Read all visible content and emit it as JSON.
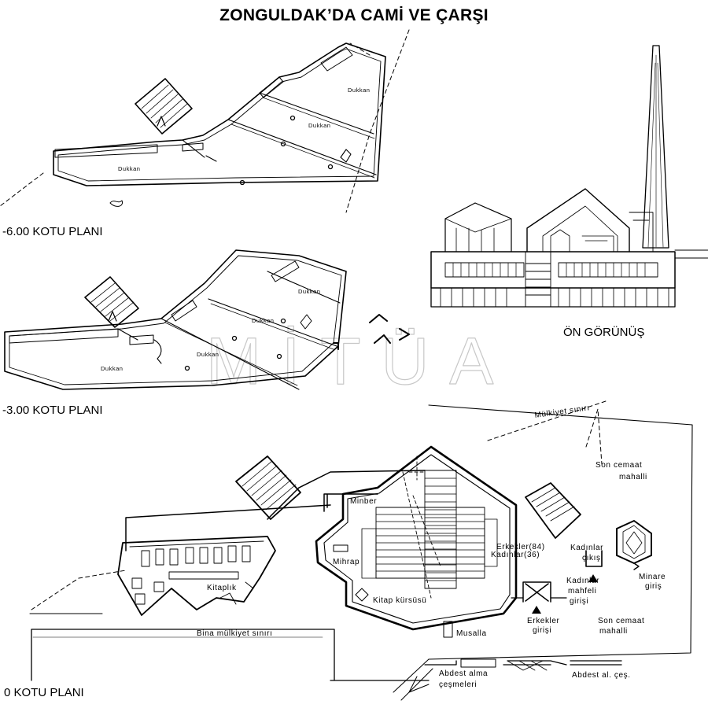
{
  "title": "ZONGULDAK’DA CAMİ VE ÇARŞI",
  "watermark": "MİTÜA",
  "colors": {
    "line": "#000000",
    "background": "#ffffff",
    "watermark": "#c8c8c8"
  },
  "plans": {
    "minus6": {
      "caption": "-6.00 KOTU PLANI",
      "rooms": [
        "Dukkan",
        "Dukkan",
        "Dukkan"
      ]
    },
    "minus3": {
      "caption": "-3.00 KOTU PLANI",
      "rooms": [
        "Dukkan",
        "Dukkan",
        "Dukkan",
        "Dukkan"
      ]
    },
    "ground": {
      "caption": "0 KOTU PLANI",
      "labels": {
        "mulkiyet": "Mülkiyet sınırı",
        "son_cemaat_top_1": "Son cemaat",
        "son_cemaat_top_2": "mahalli",
        "minber": "Minber",
        "mihrap": "Mihrap",
        "erkekler": "Erkekler(84)",
        "kadinlar": "Kadınlar(36)",
        "kadinlar_cikis_1": "Kadınlar",
        "kadinlar_cikis_2": "çıkışı",
        "kadinlar_mahfeli_1": "Kadınlar",
        "kadinlar_mahfeli_2": "mahfeli",
        "kadinlar_mahfeli_3": "girişi",
        "minare_1": "Minare",
        "minare_2": "giriş",
        "kitaplik": "Kitaplık",
        "kitap_kursusu": "Kitap kürsüsü",
        "erkekler_girisi_1": "Erkekler",
        "erkekler_girisi_2": "girişi",
        "son_cemaat_bottom_1": "Son cemaat",
        "son_cemaat_bottom_2": "mahalli",
        "bina_mulkiyet": "Bina mülkiyet sınırı",
        "musalla": "Musalla",
        "abdest_1": "Abdest alma",
        "abdest_2": "çeşmeleri",
        "abdest_right": "Abdest al. çeş."
      }
    }
  },
  "elevation": {
    "caption": "ÖN GÖRÜNÜŞ"
  }
}
